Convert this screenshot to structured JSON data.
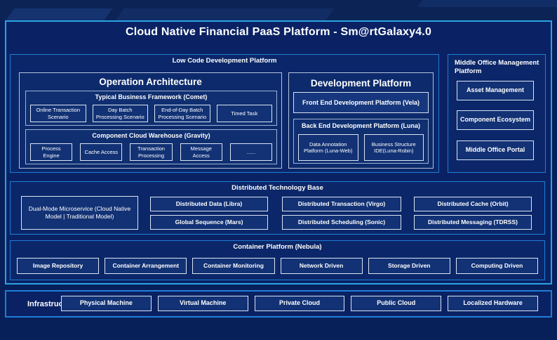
{
  "title": "Cloud Native Financial PaaS Platform - Sm@rtGalaxy4.0",
  "low_code": {
    "label": "Low Code Development Platform",
    "operation_architecture": {
      "title": "Operation Architecture"
    },
    "comet": {
      "title": "Typical Business Framework (Comet)",
      "items": [
        "Online Transaction Scenario",
        "Day Batch Processing Scenario",
        "End-of-Day Batch Processing Scenario",
        "Timed Task"
      ]
    },
    "gravity": {
      "title": "Component Cloud Warehouse (Gravity)",
      "items": [
        "Process Engine",
        "Cache Access",
        "Transaction Processing",
        "Message Access",
        "......"
      ]
    },
    "development_platform": {
      "title": "Development Platform",
      "front_end": "Front End Development Platform (Vela)",
      "back_end": {
        "title": "Back End Development Platform (Luna)",
        "items": [
          "Data Annotation Platform (Luna-Web)",
          "Business Structure IDE(Luna-Robin)"
        ]
      }
    }
  },
  "middle_office": {
    "label": "Middle Office Management Platform",
    "items": [
      "Asset Management",
      "Component Ecosystem",
      "Middle Office Portal"
    ]
  },
  "distributed": {
    "label": "Distributed Technology Base",
    "dual_mode": "Dual-Mode Microservice (Cloud Native Model | Traditional Model)",
    "row1": [
      "Distributed Data (Libra)",
      "Distributed Transaction (Virgo)",
      "Distributed Cache (Orbit)"
    ],
    "row2": [
      "Global Sequence (Mars)",
      "Distributed Scheduling (Sonic)",
      "Distributed Messaging (TDRSS)"
    ]
  },
  "container": {
    "label": "Container Platform (Nebula)",
    "items": [
      "Image Repository",
      "Container Arrangement",
      "Container Monitoring",
      "Network Driven",
      "Storage Driven",
      "Computing Driven"
    ]
  },
  "infrastructure": {
    "label": "Infrastructure",
    "items": [
      "Physical Machine",
      "Virtual Machine",
      "Private Cloud",
      "Public Cloud",
      "Localized Hardware"
    ]
  },
  "colors": {
    "page_bg": "#08205a",
    "panel_bg": "#0a2264",
    "frame_border": "#2aa3e3",
    "section_border": "#1f7cd6",
    "subsection_border": "#b3c2dd",
    "leaf_border": "#dbe4f2",
    "leaf_bg": "#123275",
    "text": "#ffffff"
  }
}
